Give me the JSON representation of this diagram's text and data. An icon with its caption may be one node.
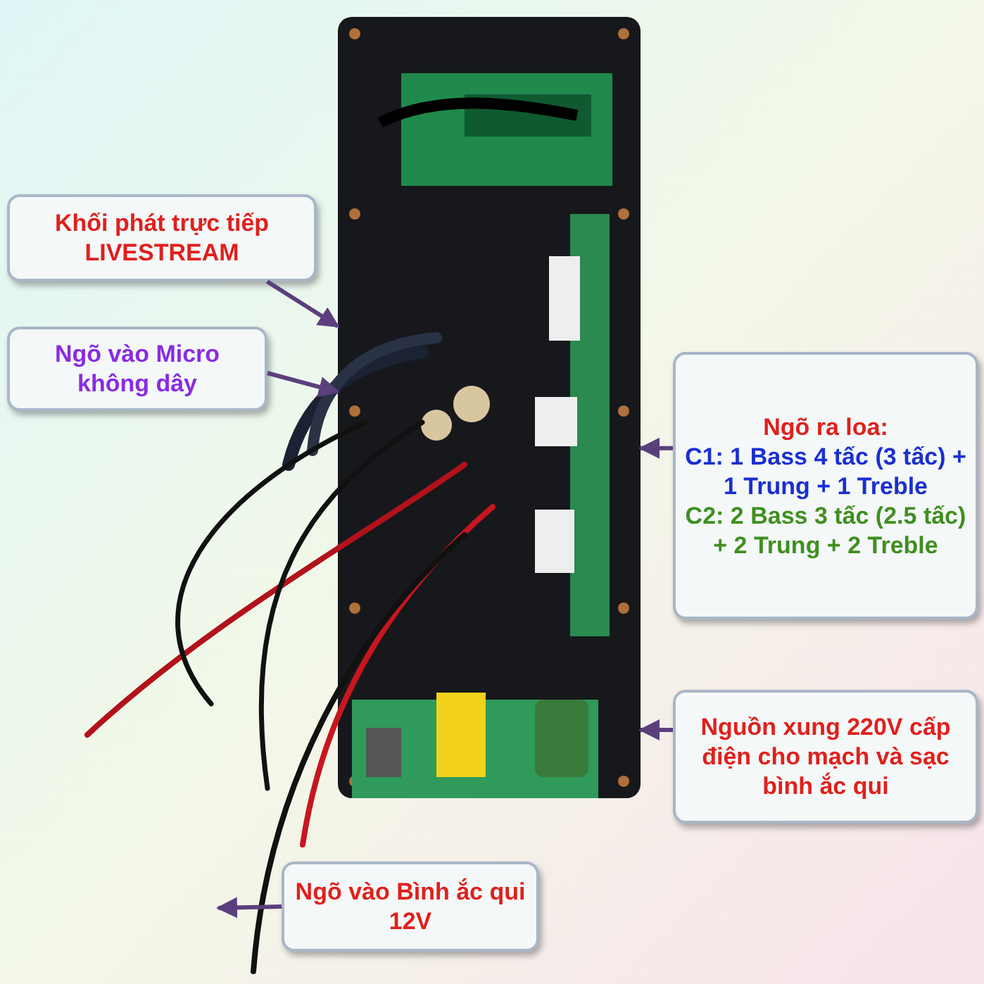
{
  "diagram": {
    "nodes": [
      {
        "text": [
          "Khối phát trực tiếp LIVESTREAM"
        ]
      },
      {
        "text": [
          "Ngõ vào Micro không dây"
        ]
      },
      {
        "text": [
          "Ngõ ra loa:",
          "C1: 1 Bass 4 tấc (3 tấc) + 1 Trung + 1 Treble",
          "C2: 2 Bass 3 tấc (2.5 tấc) + 2 Trung + 2 Treble"
        ]
      },
      {
        "text": [
          "Nguồn xung 220V cấp điện cho mạch và sạc bình ắc qui"
        ]
      },
      {
        "text": [
          "Ngõ vào Bình ắc qui 12V"
        ]
      },
      {
        "text": [],
        "shape": "picture"
      }
    ],
    "edges": [
      {
        "from": 0,
        "to": 5,
        "arrow": "to"
      },
      {
        "from": 1,
        "to": 5,
        "arrow": "to"
      },
      {
        "from": 2,
        "to": 5,
        "arrow": "to"
      },
      {
        "from": 3,
        "to": 5,
        "arrow": "to"
      },
      {
        "from": 4,
        "to": null,
        "arrow": "to"
      }
    ]
  }
}
